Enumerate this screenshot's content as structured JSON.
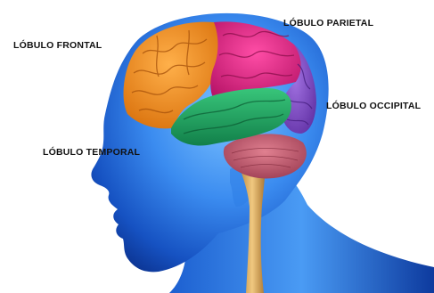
{
  "labels": {
    "frontal": "LÓBULO FRONTAL",
    "parietal": "LÓBULO PARIETAL",
    "occipital": "LÓBULO OCCIPITAL",
    "temporal": "LÓBULO TEMPORAL"
  },
  "colors": {
    "background": "#ffffff",
    "head_light": "#6fb8ff",
    "head_mid": "#2f7ee6",
    "head_dark": "#0a2f8a",
    "frontal_lobe": "#f08a1c",
    "parietal_lobe": "#e0267d",
    "occipital_lobe": "#7a3fc0",
    "temporal_lobe": "#22a060",
    "cerebellum": "#c0566a",
    "brainstem": "#d9a860",
    "label_text": "#111111"
  }
}
